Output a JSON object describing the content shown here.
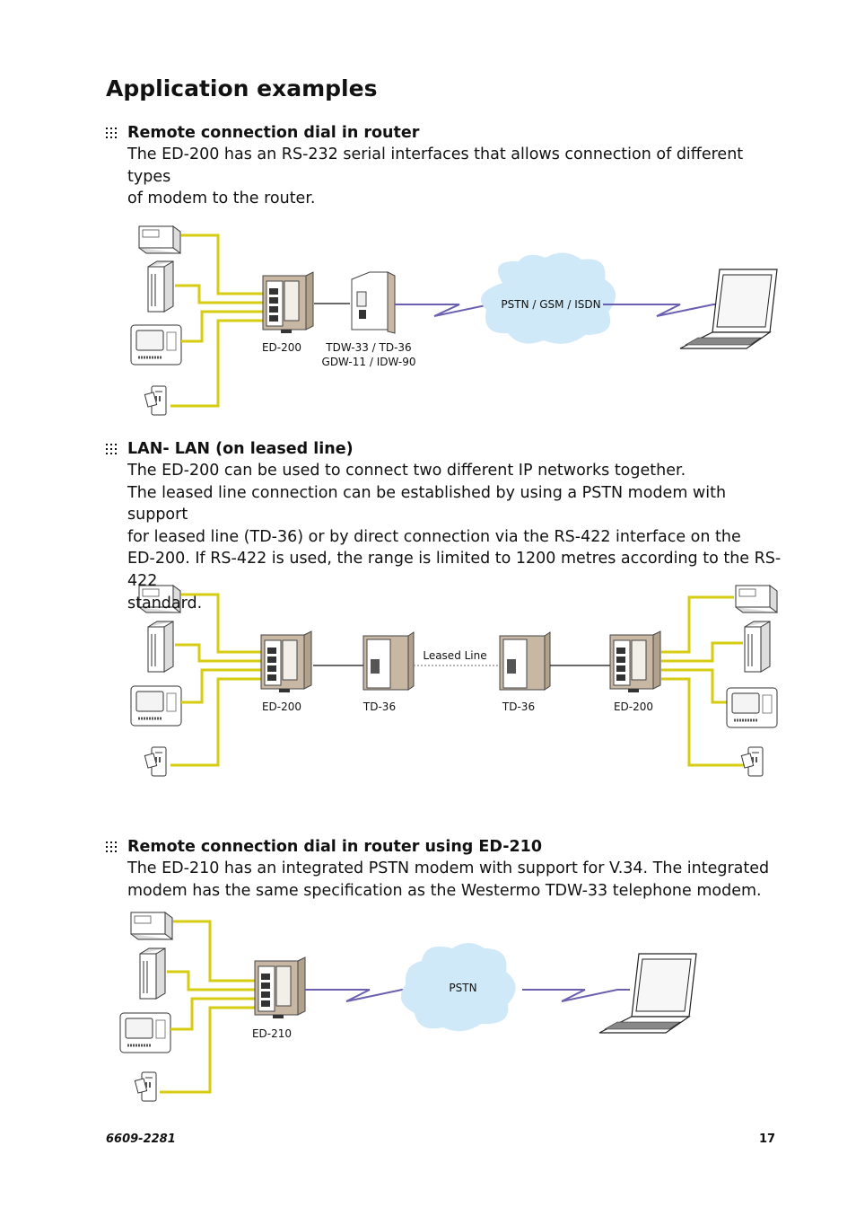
{
  "page": {
    "title": "Application examples",
    "doc_number": "6609-2281",
    "page_number": "17"
  },
  "sections": [
    {
      "heading": "Remote connection dial in router",
      "body": [
        "The ED-200 has an RS-232 serial interfaces that allows  connection of different types",
        "of modem to the router."
      ],
      "diagram": {
        "labels": {
          "router": "ED-200",
          "modem_line1": "TDW-33 / TD-36",
          "modem_line2": "GDW-11 / IDW-90",
          "cloud": "PSTN / GSM / ISDN"
        }
      }
    },
    {
      "heading": "LAN- LAN (on leased line)",
      "body": [
        "The ED-200 can be used to connect two different IP networks together.",
        "The leased line connection can be established by using a PSTN modem with support",
        "for leased line (TD-36) or by direct connection via the RS-422 interface on the",
        "ED-200. If RS-422 is used, the range is limited to 1200 metres according to the RS-422",
        "standard."
      ],
      "diagram": {
        "labels": {
          "router_left": "ED-200",
          "modem_left": "TD-36",
          "line": "Leased Line",
          "modem_right": "TD-36",
          "router_right": "ED-200"
        }
      }
    },
    {
      "heading": "Remote connection dial in router using ED-210",
      "body": [
        "The ED-210 has an integrated PSTN modem with support for V.34. The integrated",
        "modem has the same specification as the Westermo TDW-33 telephone modem."
      ],
      "diagram": {
        "labels": {
          "router": "ED-210",
          "cloud": "PSTN"
        }
      }
    }
  ],
  "colors": {
    "cable": "#d6cc12",
    "phone_line": "#6a5fb0",
    "cloud_fill": "#cfe9f8",
    "device_body": "#c8b8a3"
  }
}
